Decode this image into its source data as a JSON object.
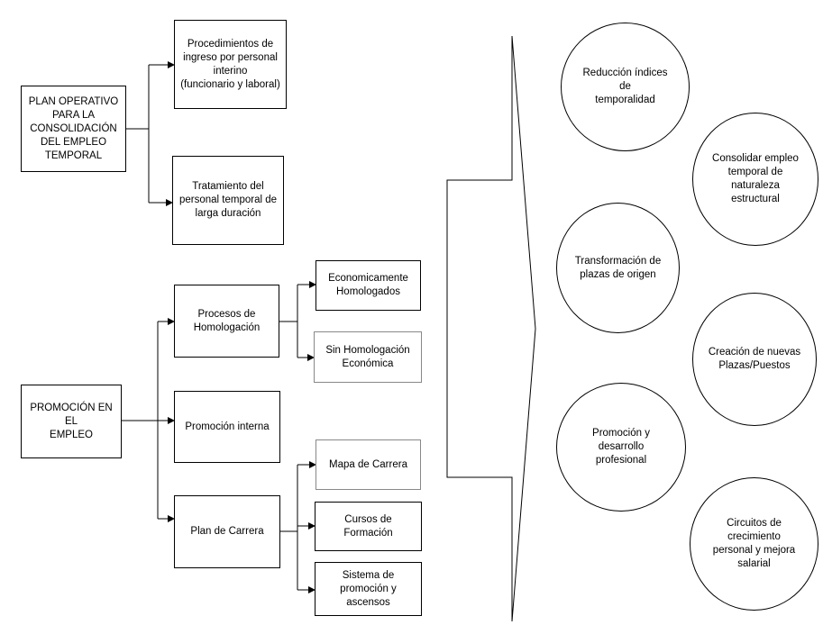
{
  "boxes": {
    "plan_operativo": "PLAN OPERATIVO\nPARA LA\nCONSOLIDACIÓN\nDEL EMPLEO\nTEMPORAL",
    "procedimientos": "Procedimientos de\ningreso por personal\ninterino\n(funcionario y laboral)",
    "tratamiento": "Tratamiento del\npersonal temporal de\nlarga duración",
    "promocion_empleo": "PROMOCIÓN EN EL\nEMPLEO",
    "procesos_homologacion": "Procesos de\nHomologación",
    "economicamente": "Economicamente\nHomologados",
    "sin_homologacion": "Sin Homologación\nEconómica",
    "promocion_interna": "Promoción interna",
    "plan_carrera": "Plan de Carrera",
    "mapa_carrera": "Mapa de Carrera",
    "cursos_formacion": "Cursos de Formación",
    "sistema_promocion": "Sistema de\npromoción y\nascensos"
  },
  "circles": {
    "reduccion": "Reducción índices de\ntemporalidad",
    "consolidar": "Consolidar empleo\ntemporal de naturaleza\nestructural",
    "transformacion": "Transformación de\nplazas de origen",
    "creacion": "Creación de nuevas\nPlazas/Puestos",
    "promocion_desarrollo": "Promoción y desarrollo\nprofesional",
    "circuitos": "Circuitos de crecimiento\npersonal y mejora\nsalarial"
  }
}
